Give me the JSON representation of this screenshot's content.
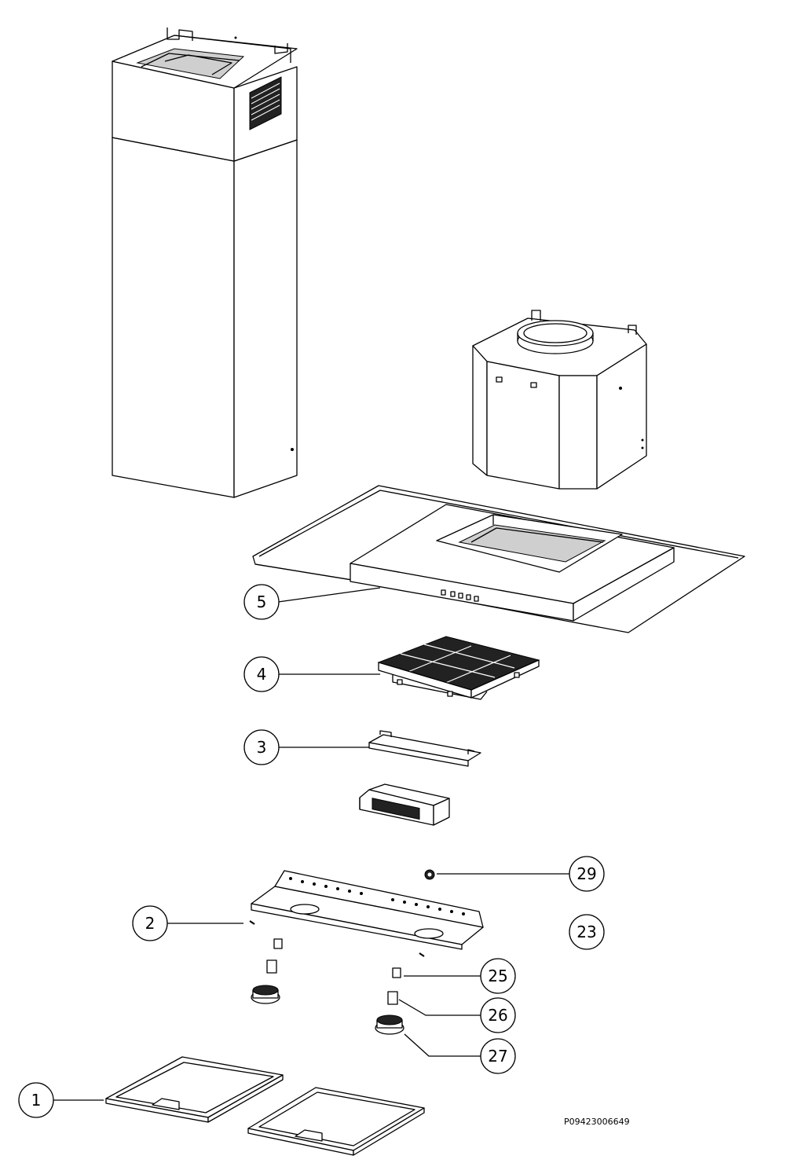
{
  "callouts": [
    {
      "id": "1",
      "label": "1"
    },
    {
      "id": "2",
      "label": "2"
    },
    {
      "id": "3",
      "label": "3"
    },
    {
      "id": "4",
      "label": "4"
    },
    {
      "id": "5",
      "label": "5"
    },
    {
      "id": "23",
      "label": "23"
    },
    {
      "id": "25",
      "label": "25"
    },
    {
      "id": "26",
      "label": "26"
    },
    {
      "id": "27",
      "label": "27"
    },
    {
      "id": "29",
      "label": "29"
    }
  ],
  "drawing_code": "P09423006649"
}
